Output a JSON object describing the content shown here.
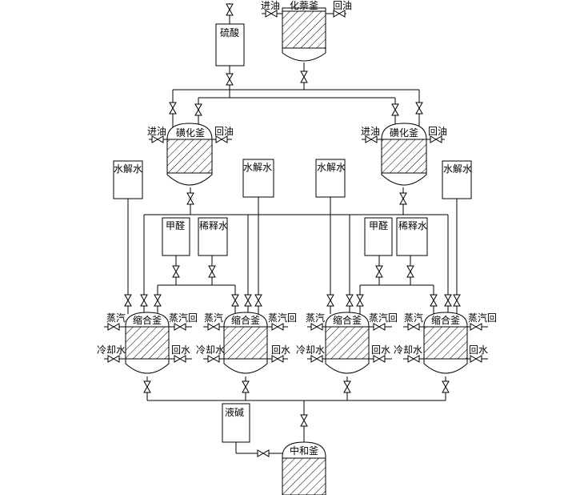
{
  "labels": {
    "sulfuric_acid": "硫酸",
    "naphthalene_kettle": "化萘釜",
    "oil_in": "进油",
    "oil_return": "回油",
    "sulfonation_kettle": "磺化釜",
    "hydrolysis_water": "水解水",
    "formaldehyde": "甲醛",
    "dilution_water": "稀释水",
    "condensation_kettle": "缩合釜",
    "steam": "蒸汽",
    "steam_return": "蒸汽回",
    "cooling_water": "冷却水",
    "return_water": "回水",
    "liquid_alkali": "液碱",
    "neutralization_kettle": "中和釜"
  }
}
